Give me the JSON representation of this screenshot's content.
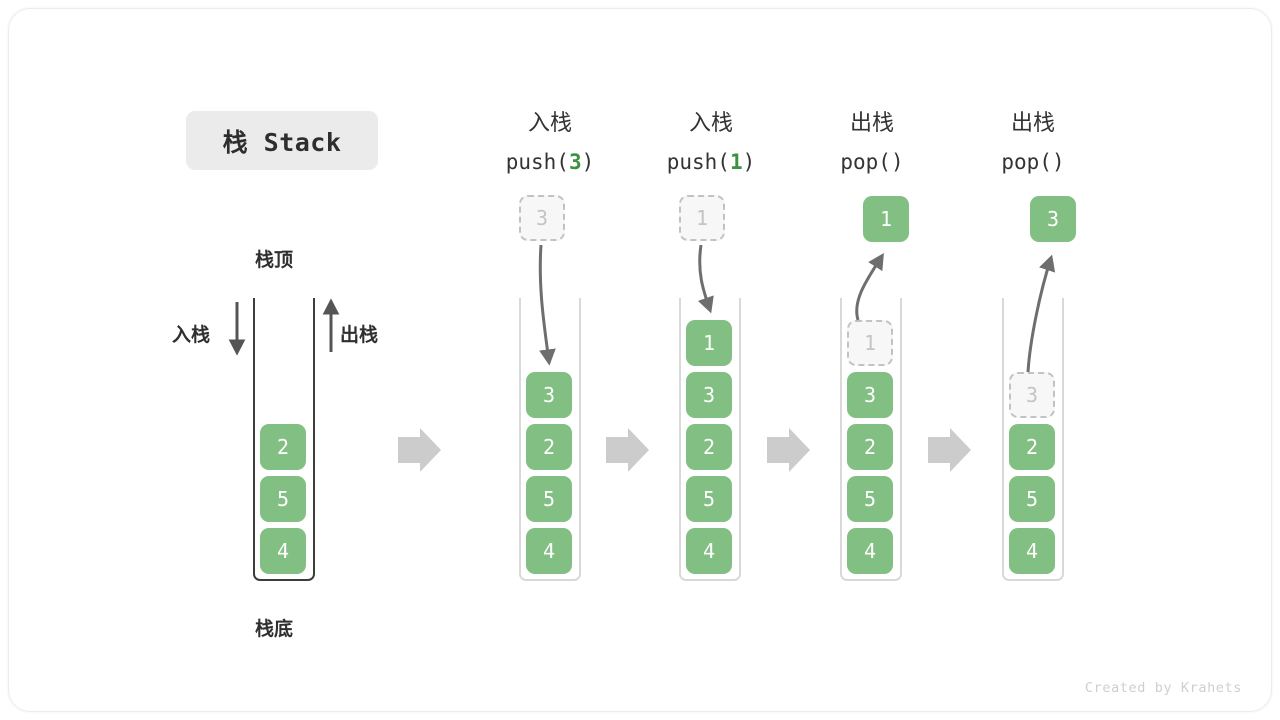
{
  "title_chip": {
    "label": "栈 Stack"
  },
  "footer": {
    "credit": "Created by Krahets"
  },
  "labels": {
    "top": "栈顶",
    "bottom": "栈底",
    "push_side": "入栈",
    "pop_side": "出栈"
  },
  "colors": {
    "box_green": "#82bf82",
    "box_text": "#ffffff",
    "ghost_fill": "#f7f7f7",
    "ghost_border": "#c2c2c2",
    "ghost_text": "#c4c4c4",
    "chip_bg": "#ebebeb",
    "accent_green_text": "#3f9142",
    "arrow_gray": "#6e6e6e",
    "block_arrow": "#cccccc",
    "container_border": "#3d3d3d",
    "container_border_light": "#d9d9d9",
    "footer_text": "#cfcfcf"
  },
  "columns": [
    {
      "id": "initial",
      "head_cn": "",
      "head_code": "",
      "stack": [
        "2",
        "5",
        "4"
      ],
      "ghost": null,
      "outside": null
    },
    {
      "id": "push-3",
      "head_cn": "入栈",
      "head_code_prefix": "push(",
      "head_code_num": "3",
      "head_code_suffix": ")",
      "stack": [
        "3",
        "2",
        "5",
        "4"
      ],
      "ghost": {
        "value": "3",
        "position": "above-outside"
      },
      "outside": null,
      "arrow": "down-into-stack"
    },
    {
      "id": "push-1",
      "head_cn": "入栈",
      "head_code_prefix": "push(",
      "head_code_num": "1",
      "head_code_suffix": ")",
      "stack": [
        "1",
        "3",
        "2",
        "5",
        "4"
      ],
      "ghost": {
        "value": "1",
        "position": "above-outside"
      },
      "outside": null,
      "arrow": "down-into-stack"
    },
    {
      "id": "pop-1",
      "head_cn": "出栈",
      "head_code_prefix": "pop(",
      "head_code_num": "",
      "head_code_suffix": ")",
      "stack": [
        "3",
        "2",
        "5",
        "4"
      ],
      "ghost": {
        "value": "1",
        "position": "in-stack-top"
      },
      "outside": {
        "value": "1"
      },
      "arrow": "up-out-of-stack"
    },
    {
      "id": "pop-3",
      "head_cn": "出栈",
      "head_code_prefix": "pop(",
      "head_code_num": "",
      "head_code_suffix": ")",
      "stack": [
        "2",
        "5",
        "4"
      ],
      "ghost": {
        "value": "3",
        "position": "in-stack-top"
      },
      "outside": {
        "value": "3"
      },
      "arrow": "up-out-of-stack"
    }
  ],
  "step_arrows": [
    {
      "from": "initial",
      "to": "push-3"
    },
    {
      "from": "push-3",
      "to": "push-1"
    },
    {
      "from": "push-1",
      "to": "pop-1"
    },
    {
      "from": "pop-1",
      "to": "pop-3"
    }
  ]
}
